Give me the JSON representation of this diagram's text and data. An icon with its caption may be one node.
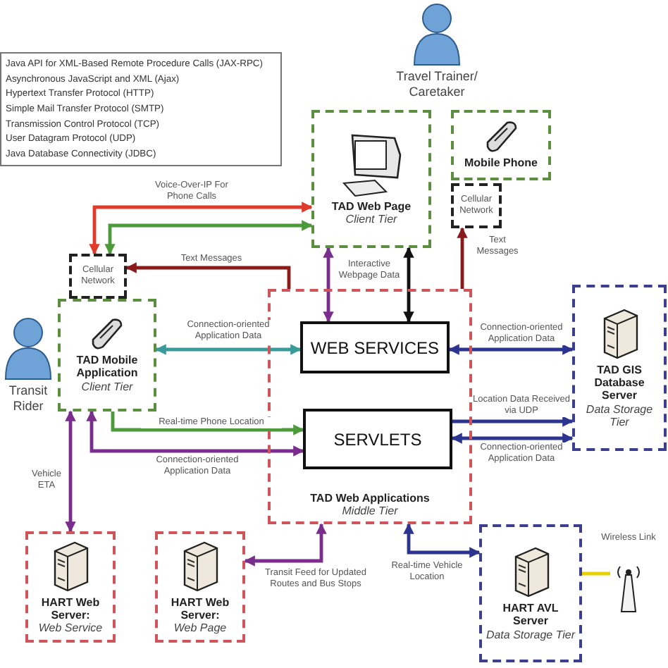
{
  "diagram": {
    "nodes": [
      {
        "text": [
          "TAD Web Page",
          "Client Tier"
        ]
      },
      {
        "text": [
          "Mobile Phone"
        ]
      },
      {
        "text": [
          "Cellular Network"
        ]
      },
      {
        "text": [
          "Cellular Network"
        ]
      },
      {
        "text": [
          "TAD Mobile Application",
          "Client Tier"
        ]
      },
      {
        "text": [
          "TAD Web Applications",
          "Middle Tier"
        ]
      },
      {
        "text": [
          "WEB SERVICES"
        ],
        "in": 5
      },
      {
        "text": [
          "SERVLETS"
        ],
        "in": 5
      },
      {
        "text": [
          "TAD GIS Database Server",
          "Data Storage Tier"
        ]
      },
      {
        "text": [
          "HART Web Server:",
          "Web Service"
        ]
      },
      {
        "text": [
          "HART Web Server:",
          "Web Page"
        ]
      },
      {
        "text": [
          "HART AVL Server",
          "Data Storage Tier"
        ]
      },
      {
        "text": [],
        "shape": "picture"
      }
    ],
    "edges": [
      {
        "from": 0,
        "to": 3,
        "arrow": "both",
        "label": "Voice-Over-IP For Phone Calls",
        "color": "#e03a2a"
      },
      {
        "from": 0,
        "to": 3,
        "arrow": "both",
        "color": "#4c9a3a"
      },
      {
        "from": 5,
        "to": 3,
        "arrow": "to",
        "label": "Text Messages",
        "color": "#8b1a1a"
      },
      {
        "from": 5,
        "to": 2,
        "arrow": "to",
        "label": "Text Messages",
        "color": "#8b1a1a"
      },
      {
        "from": 0,
        "to": 6,
        "arrow": "both",
        "label": "Interactive Webpage Data"
      },
      {
        "from": 0,
        "to": 6,
        "arrow": "both",
        "color": "#111111"
      },
      {
        "from": 4,
        "to": 6,
        "arrow": "both",
        "label": "Connection-oriented Application Data",
        "color": "#3a9a9a"
      },
      {
        "from": 4,
        "to": 7,
        "arrow": "to",
        "label": "Real-time Phone Location",
        "color": "#4c9a3a"
      },
      {
        "from": 4,
        "to": 7,
        "arrow": "both",
        "label": "Connection-oriented Application Data"
      },
      {
        "from": 4,
        "to": 9,
        "arrow": "both",
        "label": "Vehicle ETA"
      },
      {
        "from": 5,
        "to": 10,
        "arrow": "both",
        "label": "Transit Feed for Updated Routes and Bus Stops"
      },
      {
        "from": 6,
        "to": 8,
        "arrow": "both",
        "label": "Connection-oriented Application Data",
        "color": "#2b3590"
      },
      {
        "from": 7,
        "to": 8,
        "arrow": "to",
        "label": "Location Data Received via UDP",
        "color": "#2b3590"
      },
      {
        "from": 7,
        "to": 8,
        "arrow": "both",
        "label": "Connection-oriented Application Data",
        "color": "#2b3590"
      },
      {
        "from": 5,
        "to": 11,
        "arrow": "both",
        "label": "Real-time Vehicle Location",
        "color": "#2b3590"
      },
      {
        "from": 11,
        "to": 12,
        "arrow": "none",
        "label": "Wireless Link",
        "color": "#e6d200"
      }
    ],
    "labels": [
      "Java API for XML-Based Remote Procedure Calls (JAX-RPC)",
      "Asynchronous JavaScript and XML (Ajax)",
      "Hypertext Transfer Protocol (HTTP)",
      "Simple Mail Transfer Protocol (SMTP)",
      "Transmission Control Protocol (TCP)",
      "User Datagram Protocol (UDP)",
      "Java Database Connectivity (JDBC)",
      "Travel Trainer/ Caretaker",
      "Transit Rider"
    ]
  }
}
